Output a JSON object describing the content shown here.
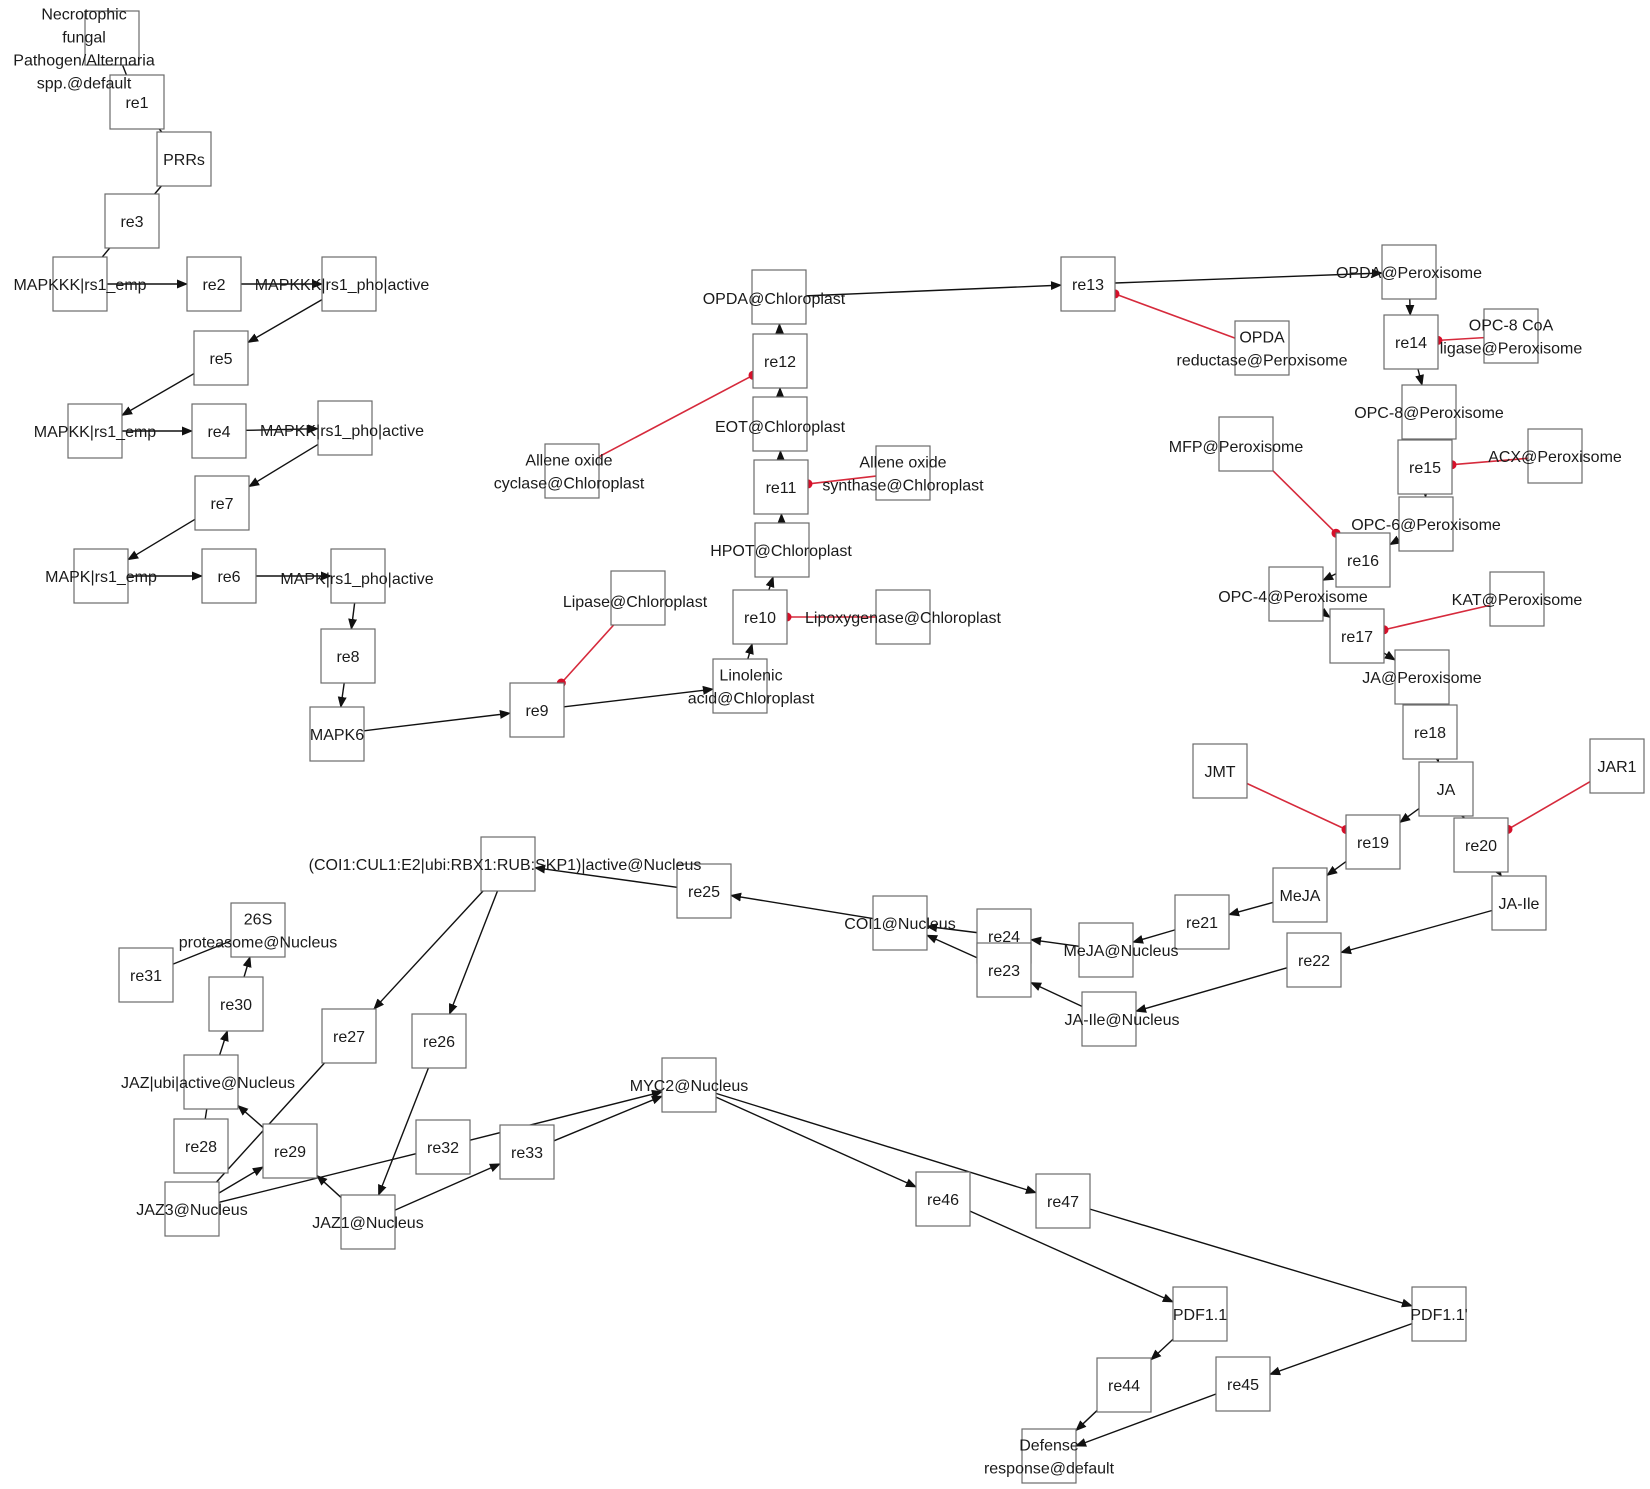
{
  "nodes": [
    {
      "id": "pathogen",
      "label": "Necrotophic\nfungal\nPathogen/Alternaria\nspp.@default",
      "kind": "species"
    },
    {
      "id": "re1",
      "label": "re1",
      "kind": "reaction"
    },
    {
      "id": "prrs",
      "label": "PRRs",
      "kind": "species"
    },
    {
      "id": "re3",
      "label": "re3",
      "kind": "reaction"
    },
    {
      "id": "mapkkk_emp",
      "label": "MAPKKK|rs1_emp",
      "kind": "species"
    },
    {
      "id": "re2",
      "label": "re2",
      "kind": "reaction"
    },
    {
      "id": "mapkkk_pho",
      "label": "MAPKKK|rs1_pho|active",
      "kind": "species"
    },
    {
      "id": "re5",
      "label": "re5",
      "kind": "reaction"
    },
    {
      "id": "mapkk_emp",
      "label": "MAPKK|rs1_emp",
      "kind": "species"
    },
    {
      "id": "re4",
      "label": "re4",
      "kind": "reaction"
    },
    {
      "id": "mapkk_pho",
      "label": "MAPKK|rs1_pho|active",
      "kind": "species"
    },
    {
      "id": "re7",
      "label": "re7",
      "kind": "reaction"
    },
    {
      "id": "mapk_emp",
      "label": "MAPK|rs1_emp",
      "kind": "species"
    },
    {
      "id": "re6",
      "label": "re6",
      "kind": "reaction"
    },
    {
      "id": "mapk_pho",
      "label": "MAPK|rs1_pho|active",
      "kind": "species"
    },
    {
      "id": "re8",
      "label": "re8",
      "kind": "reaction"
    },
    {
      "id": "mapk6",
      "label": "MAPK6",
      "kind": "species"
    },
    {
      "id": "re9",
      "label": "re9",
      "kind": "reaction"
    },
    {
      "id": "lipase",
      "label": "Lipase@Chloroplast",
      "kind": "species"
    },
    {
      "id": "linolenic",
      "label": "Linolenic\nacid@Chloroplast",
      "kind": "species"
    },
    {
      "id": "re10",
      "label": "re10",
      "kind": "reaction"
    },
    {
      "id": "lipoxygenase",
      "label": "Lipoxygenase@Chloroplast",
      "kind": "species"
    },
    {
      "id": "hpot",
      "label": "HPOT@Chloroplast",
      "kind": "species"
    },
    {
      "id": "re11",
      "label": "re11",
      "kind": "reaction"
    },
    {
      "id": "aos",
      "label": "Allene oxide\nsynthase@Chloroplast",
      "kind": "species"
    },
    {
      "id": "eot",
      "label": "EOT@Chloroplast",
      "kind": "species"
    },
    {
      "id": "re12",
      "label": "re12",
      "kind": "reaction"
    },
    {
      "id": "aoc",
      "label": "Allene oxide\ncyclase@Chloroplast",
      "kind": "species"
    },
    {
      "id": "opda_chl",
      "label": "OPDA@Chloroplast",
      "kind": "species"
    },
    {
      "id": "re13",
      "label": "re13",
      "kind": "reaction"
    },
    {
      "id": "opda_red",
      "label": "OPDA\nreductase@Peroxisome",
      "kind": "species"
    },
    {
      "id": "opda_per",
      "label": "OPDA@Peroxisome",
      "kind": "species"
    },
    {
      "id": "re14",
      "label": "re14",
      "kind": "reaction"
    },
    {
      "id": "opc8coa",
      "label": "OPC-8 CoA\nligase@Peroxisome",
      "kind": "species"
    },
    {
      "id": "opc8",
      "label": "OPC-8@Peroxisome",
      "kind": "species"
    },
    {
      "id": "re15",
      "label": "re15",
      "kind": "reaction"
    },
    {
      "id": "acx",
      "label": "ACX@Peroxisome",
      "kind": "species"
    },
    {
      "id": "mfp",
      "label": "MFP@Peroxisome",
      "kind": "species"
    },
    {
      "id": "opc6",
      "label": "OPC-6@Peroxisome",
      "kind": "species"
    },
    {
      "id": "re16",
      "label": "re16",
      "kind": "reaction"
    },
    {
      "id": "opc4",
      "label": "OPC-4@Peroxisome",
      "kind": "species"
    },
    {
      "id": "re17",
      "label": "re17",
      "kind": "reaction"
    },
    {
      "id": "kat",
      "label": "KAT@Peroxisome",
      "kind": "species"
    },
    {
      "id": "ja_per",
      "label": "JA@Peroxisome",
      "kind": "species"
    },
    {
      "id": "re18",
      "label": "re18",
      "kind": "reaction"
    },
    {
      "id": "ja",
      "label": "JA",
      "kind": "species"
    },
    {
      "id": "jmt",
      "label": "JMT",
      "kind": "species"
    },
    {
      "id": "jar1",
      "label": "JAR1",
      "kind": "species"
    },
    {
      "id": "re19",
      "label": "re19",
      "kind": "reaction"
    },
    {
      "id": "re20",
      "label": "re20",
      "kind": "reaction"
    },
    {
      "id": "meja",
      "label": "MeJA",
      "kind": "species"
    },
    {
      "id": "jaile",
      "label": "JA-Ile",
      "kind": "species"
    },
    {
      "id": "re21",
      "label": "re21",
      "kind": "reaction"
    },
    {
      "id": "re22",
      "label": "re22",
      "kind": "reaction"
    },
    {
      "id": "meja_nuc",
      "label": "MeJA@Nucleus",
      "kind": "species"
    },
    {
      "id": "jaile_nuc",
      "label": "JA-Ile@Nucleus",
      "kind": "species"
    },
    {
      "id": "re24",
      "label": "re24",
      "kind": "reaction"
    },
    {
      "id": "re23",
      "label": "re23",
      "kind": "reaction"
    },
    {
      "id": "coi1",
      "label": "COI1@Nucleus",
      "kind": "species"
    },
    {
      "id": "re25",
      "label": "re25",
      "kind": "reaction"
    },
    {
      "id": "scf",
      "label": "(COI1:CUL1:E2|ubi:RBX1:RUB:SKP1)|active@Nucleus",
      "kind": "species"
    },
    {
      "id": "p26s",
      "label": "26S\nproteasome@Nucleus",
      "kind": "species"
    },
    {
      "id": "re31",
      "label": "re31",
      "kind": "reaction"
    },
    {
      "id": "re30",
      "label": "re30",
      "kind": "reaction"
    },
    {
      "id": "re27",
      "label": "re27",
      "kind": "reaction"
    },
    {
      "id": "re26",
      "label": "re26",
      "kind": "reaction"
    },
    {
      "id": "jazubi",
      "label": "JAZ|ubi|active@Nucleus",
      "kind": "species"
    },
    {
      "id": "re28",
      "label": "re28",
      "kind": "reaction"
    },
    {
      "id": "re29",
      "label": "re29",
      "kind": "reaction"
    },
    {
      "id": "re32",
      "label": "re32",
      "kind": "reaction"
    },
    {
      "id": "re33",
      "label": "re33",
      "kind": "reaction"
    },
    {
      "id": "myc2",
      "label": "MYC2@Nucleus",
      "kind": "species"
    },
    {
      "id": "jaz3",
      "label": "JAZ3@Nucleus",
      "kind": "species"
    },
    {
      "id": "jaz1",
      "label": "JAZ1@Nucleus",
      "kind": "species"
    },
    {
      "id": "re46",
      "label": "re46",
      "kind": "reaction"
    },
    {
      "id": "re47",
      "label": "re47",
      "kind": "reaction"
    },
    {
      "id": "pdf11",
      "label": "PDF1.1",
      "kind": "species"
    },
    {
      "id": "pdf11b",
      "label": "PDF1.1'",
      "kind": "species"
    },
    {
      "id": "re44",
      "label": "re44",
      "kind": "reaction"
    },
    {
      "id": "re45",
      "label": "re45",
      "kind": "reaction"
    },
    {
      "id": "defense",
      "label": "Defense\nresponse@default",
      "kind": "species"
    }
  ],
  "edges": [
    {
      "from": "pathogen",
      "to": "re1",
      "type": "line"
    },
    {
      "from": "re1",
      "to": "prrs",
      "type": "line"
    },
    {
      "from": "prrs",
      "to": "re3",
      "type": "line"
    },
    {
      "from": "re3",
      "to": "mapkkk_emp",
      "type": "line"
    },
    {
      "from": "mapkkk_emp",
      "to": "re2",
      "type": "arrow"
    },
    {
      "from": "re2",
      "to": "mapkkk_pho",
      "type": "arrow"
    },
    {
      "from": "mapkkk_pho",
      "to": "re5",
      "type": "arrow"
    },
    {
      "from": "re5",
      "to": "mapkk_emp",
      "type": "arrow"
    },
    {
      "from": "mapkk_emp",
      "to": "re4",
      "type": "arrow"
    },
    {
      "from": "re4",
      "to": "mapkk_pho",
      "type": "arrow"
    },
    {
      "from": "mapkk_pho",
      "to": "re7",
      "type": "arrow"
    },
    {
      "from": "re7",
      "to": "mapk_emp",
      "type": "arrow"
    },
    {
      "from": "mapk_emp",
      "to": "re6",
      "type": "arrow"
    },
    {
      "from": "re6",
      "to": "mapk_pho",
      "type": "arrow"
    },
    {
      "from": "mapk_pho",
      "to": "re8",
      "type": "arrow"
    },
    {
      "from": "re8",
      "to": "mapk6",
      "type": "arrow"
    },
    {
      "from": "mapk6",
      "to": "re9",
      "type": "arrow"
    },
    {
      "from": "re9",
      "to": "linolenic",
      "type": "arrow"
    },
    {
      "from": "lipase",
      "to": "re9",
      "type": "modifier"
    },
    {
      "from": "linolenic",
      "to": "re10",
      "type": "arrow"
    },
    {
      "from": "lipoxygenase",
      "to": "re10",
      "type": "modifier"
    },
    {
      "from": "re10",
      "to": "hpot",
      "type": "arrow"
    },
    {
      "from": "hpot",
      "to": "re11",
      "type": "arrow"
    },
    {
      "from": "aos",
      "to": "re11",
      "type": "modifier"
    },
    {
      "from": "re11",
      "to": "eot",
      "type": "arrow"
    },
    {
      "from": "eot",
      "to": "re12",
      "type": "arrow"
    },
    {
      "from": "aoc",
      "to": "re12",
      "type": "modifier"
    },
    {
      "from": "re12",
      "to": "opda_chl",
      "type": "arrow"
    },
    {
      "from": "opda_chl",
      "to": "re13",
      "type": "arrow"
    },
    {
      "from": "opda_red",
      "to": "re13",
      "type": "modifier"
    },
    {
      "from": "re13",
      "to": "opda_per",
      "type": "arrow"
    },
    {
      "from": "opda_per",
      "to": "re14",
      "type": "arrow"
    },
    {
      "from": "opc8coa",
      "to": "re14",
      "type": "modifier"
    },
    {
      "from": "re14",
      "to": "opc8",
      "type": "arrow"
    },
    {
      "from": "opc8",
      "to": "re15",
      "type": "arrow"
    },
    {
      "from": "acx",
      "to": "re15",
      "type": "modifier"
    },
    {
      "from": "re15",
      "to": "opc6",
      "type": "arrow"
    },
    {
      "from": "opc6",
      "to": "re16",
      "type": "arrow"
    },
    {
      "from": "mfp",
      "to": "re16",
      "type": "modifier"
    },
    {
      "from": "re16",
      "to": "opc4",
      "type": "arrow"
    },
    {
      "from": "opc4",
      "to": "re17",
      "type": "arrow"
    },
    {
      "from": "kat",
      "to": "re17",
      "type": "modifier"
    },
    {
      "from": "re17",
      "to": "ja_per",
      "type": "arrow"
    },
    {
      "from": "ja_per",
      "to": "re18",
      "type": "arrow"
    },
    {
      "from": "re18",
      "to": "ja",
      "type": "arrow"
    },
    {
      "from": "ja",
      "to": "re19",
      "type": "arrow"
    },
    {
      "from": "ja",
      "to": "re20",
      "type": "arrow"
    },
    {
      "from": "jmt",
      "to": "re19",
      "type": "modifier"
    },
    {
      "from": "jar1",
      "to": "re20",
      "type": "modifier"
    },
    {
      "from": "re19",
      "to": "meja",
      "type": "arrow"
    },
    {
      "from": "re20",
      "to": "jaile",
      "type": "arrow"
    },
    {
      "from": "meja",
      "to": "re21",
      "type": "arrow"
    },
    {
      "from": "jaile",
      "to": "re22",
      "type": "arrow"
    },
    {
      "from": "re21",
      "to": "meja_nuc",
      "type": "arrow"
    },
    {
      "from": "re22",
      "to": "jaile_nuc",
      "type": "arrow"
    },
    {
      "from": "meja_nuc",
      "to": "re24",
      "type": "arrow"
    },
    {
      "from": "jaile_nuc",
      "to": "re23",
      "type": "arrow"
    },
    {
      "from": "re24",
      "to": "coi1",
      "type": "arrow"
    },
    {
      "from": "re23",
      "to": "coi1",
      "type": "arrow"
    },
    {
      "from": "coi1",
      "to": "re25",
      "type": "arrow"
    },
    {
      "from": "re25",
      "to": "scf",
      "type": "arrow"
    },
    {
      "from": "scf",
      "to": "re27",
      "type": "arrow"
    },
    {
      "from": "scf",
      "to": "re26",
      "type": "arrow"
    },
    {
      "from": "re27",
      "to": "jaz3",
      "type": "line"
    },
    {
      "from": "re26",
      "to": "jaz1",
      "type": "arrow"
    },
    {
      "from": "jaz3",
      "to": "re29",
      "type": "arrow"
    },
    {
      "from": "jaz1",
      "to": "re29",
      "type": "arrow"
    },
    {
      "from": "re29",
      "to": "jazubi",
      "type": "arrow"
    },
    {
      "from": "jazubi",
      "to": "re28",
      "type": "line"
    },
    {
      "from": "jazubi",
      "to": "re30",
      "type": "arrow"
    },
    {
      "from": "re30",
      "to": "p26s",
      "type": "arrow"
    },
    {
      "from": "p26s",
      "to": "re31",
      "type": "line"
    },
    {
      "from": "jaz3",
      "to": "re32",
      "type": "line"
    },
    {
      "from": "re32",
      "to": "myc2",
      "type": "arrow"
    },
    {
      "from": "jaz1",
      "to": "re33",
      "type": "arrow"
    },
    {
      "from": "re33",
      "to": "myc2",
      "type": "arrow"
    },
    {
      "from": "myc2",
      "to": "re46",
      "type": "arrow"
    },
    {
      "from": "myc2",
      "to": "re47",
      "type": "arrow"
    },
    {
      "from": "re46",
      "to": "pdf11",
      "type": "arrow"
    },
    {
      "from": "re47",
      "to": "pdf11b",
      "type": "arrow"
    },
    {
      "from": "pdf11",
      "to": "re44",
      "type": "arrow"
    },
    {
      "from": "pdf11b",
      "to": "re45",
      "type": "arrow"
    },
    {
      "from": "re44",
      "to": "defense",
      "type": "arrow"
    },
    {
      "from": "re45",
      "to": "defense",
      "type": "arrow"
    }
  ],
  "colors": {
    "modifier": "#d62a3c",
    "edge": "#111111",
    "box_stroke": "#6b6b6b"
  }
}
